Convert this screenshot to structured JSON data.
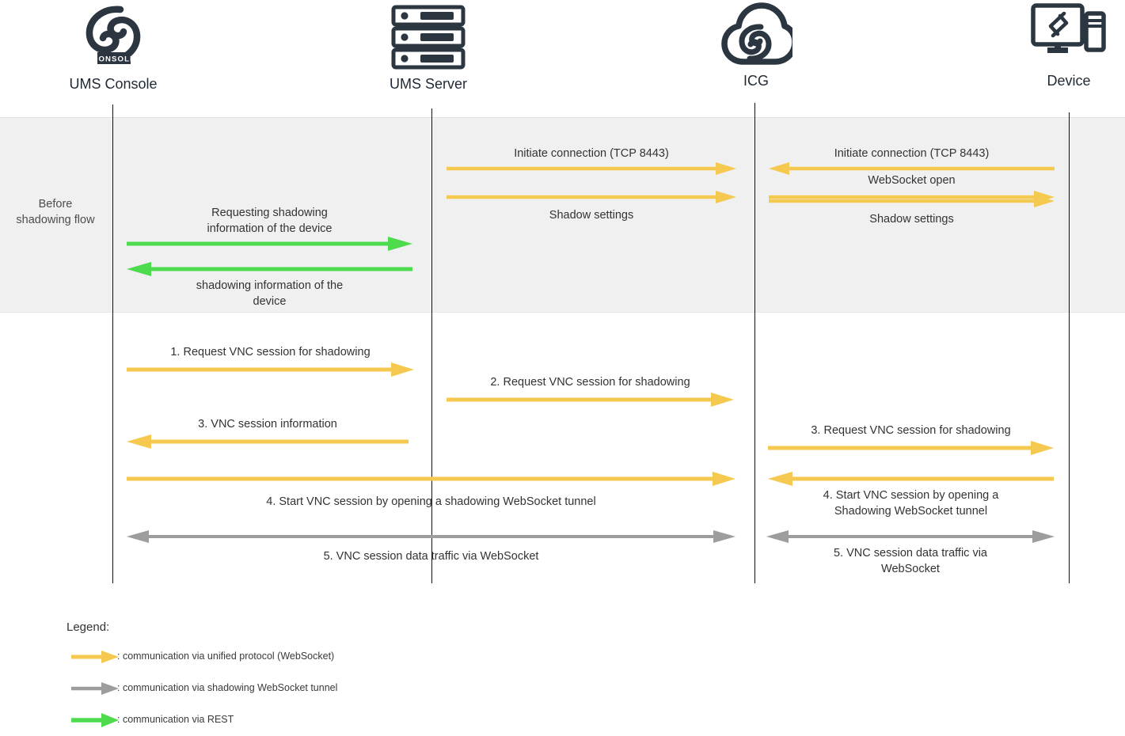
{
  "colors": {
    "yellow": "#f5c84f",
    "gray_arrow": "#9d9d9d",
    "green": "#4ddb4d",
    "lifeline": "#111111",
    "band_bg": "#f0f0f0",
    "text": "#333333"
  },
  "actors": [
    {
      "id": "ums-console",
      "name": "UMS Console",
      "icon": "ums-console-logo-icon"
    },
    {
      "id": "ums-server",
      "name": "UMS Server",
      "icon": "server-rack-icon"
    },
    {
      "id": "icg",
      "name": "ICG",
      "icon": "cloud-gateway-icon"
    },
    {
      "id": "device",
      "name": "Device",
      "icon": "desktop-device-icon"
    }
  ],
  "phase": {
    "label": "Before\nshadowing\nflow"
  },
  "messages": [
    {
      "id": "m1",
      "label": "Initiate connection (TCP 8443)",
      "color": "yellow",
      "direction": "right"
    },
    {
      "id": "m2",
      "label": "Initiate connection (TCP 8443)",
      "color": "yellow",
      "direction": "left"
    },
    {
      "id": "m3",
      "label": "WebSocket open",
      "color": "yellow",
      "direction": "right"
    },
    {
      "id": "m4",
      "label": "Shadow settings",
      "color": "yellow",
      "direction": "right"
    },
    {
      "id": "m5",
      "label": "Shadow settings",
      "color": "yellow",
      "direction": "right"
    },
    {
      "id": "m6",
      "label": "Requesting shadowing\ninformation of the device",
      "color": "green",
      "direction": "right"
    },
    {
      "id": "m7",
      "label": "shadowing information of the\ndevice",
      "color": "green",
      "direction": "left"
    },
    {
      "id": "m8",
      "label": "1.   Request VNC session for shadowing",
      "color": "yellow",
      "direction": "right"
    },
    {
      "id": "m9",
      "label": "2.   Request VNC session for shadowing",
      "color": "yellow",
      "direction": "right"
    },
    {
      "id": "m10",
      "label": "3.   VNC session information",
      "color": "yellow",
      "direction": "left"
    },
    {
      "id": "m11",
      "label": "3.   Request VNC session for shadowing",
      "color": "yellow",
      "direction": "right"
    },
    {
      "id": "m12",
      "label": "4.   Start VNC session by opening a shadowing WebSocket tunnel",
      "color": "yellow",
      "direction": "right"
    },
    {
      "id": "m13",
      "label": "4.   Start VNC session by opening a\nShadowing WebSocket tunnel",
      "color": "yellow",
      "direction": "left"
    },
    {
      "id": "m14",
      "label": "5.   VNC session data traffic via WebSocket",
      "color": "gray_arrow",
      "direction": "both"
    },
    {
      "id": "m15",
      "label": "5.   VNC session data traffic via\nWebSocket",
      "color": "gray_arrow",
      "direction": "both"
    }
  ],
  "legend": {
    "title": "Legend:",
    "items": [
      {
        "color": "yellow",
        "text": ": communication via unified protocol (WebSocket)"
      },
      {
        "color": "gray_arrow",
        "text": ": communication via shadowing WebSocket tunnel"
      },
      {
        "color": "green",
        "text": ": communication via REST"
      }
    ]
  }
}
